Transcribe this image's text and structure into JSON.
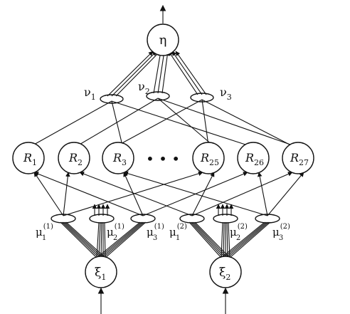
{
  "top_node": {
    "label": "η"
  },
  "v_labels": [
    {
      "base": "ν",
      "sub": "1"
    },
    {
      "base": "ν",
      "sub": "2"
    },
    {
      "base": "ν",
      "sub": "3"
    }
  ],
  "r_nodes": [
    {
      "base": "R",
      "sub": "1"
    },
    {
      "base": "R",
      "sub": "2"
    },
    {
      "base": "R",
      "sub": "3"
    },
    {
      "base": "R",
      "sub": "25"
    },
    {
      "base": "R",
      "sub": "26"
    },
    {
      "base": "R",
      "sub": "27"
    }
  ],
  "ellipsis_dots": "• • •",
  "mu_labels": [
    {
      "base": "μ",
      "sub": "1",
      "sup": "(1)"
    },
    {
      "base": "μ",
      "sub": "2",
      "sup": "(1)"
    },
    {
      "base": "μ",
      "sub": "3",
      "sup": "(1)"
    },
    {
      "base": "μ",
      "sub": "1",
      "sup": "(2)"
    },
    {
      "base": "μ",
      "sub": "2",
      "sup": "(2)"
    },
    {
      "base": "μ",
      "sub": "3",
      "sup": "(2)"
    }
  ],
  "xi_nodes": [
    {
      "base": "ξ",
      "sub": "1"
    },
    {
      "base": "ξ",
      "sub": "2"
    }
  ]
}
